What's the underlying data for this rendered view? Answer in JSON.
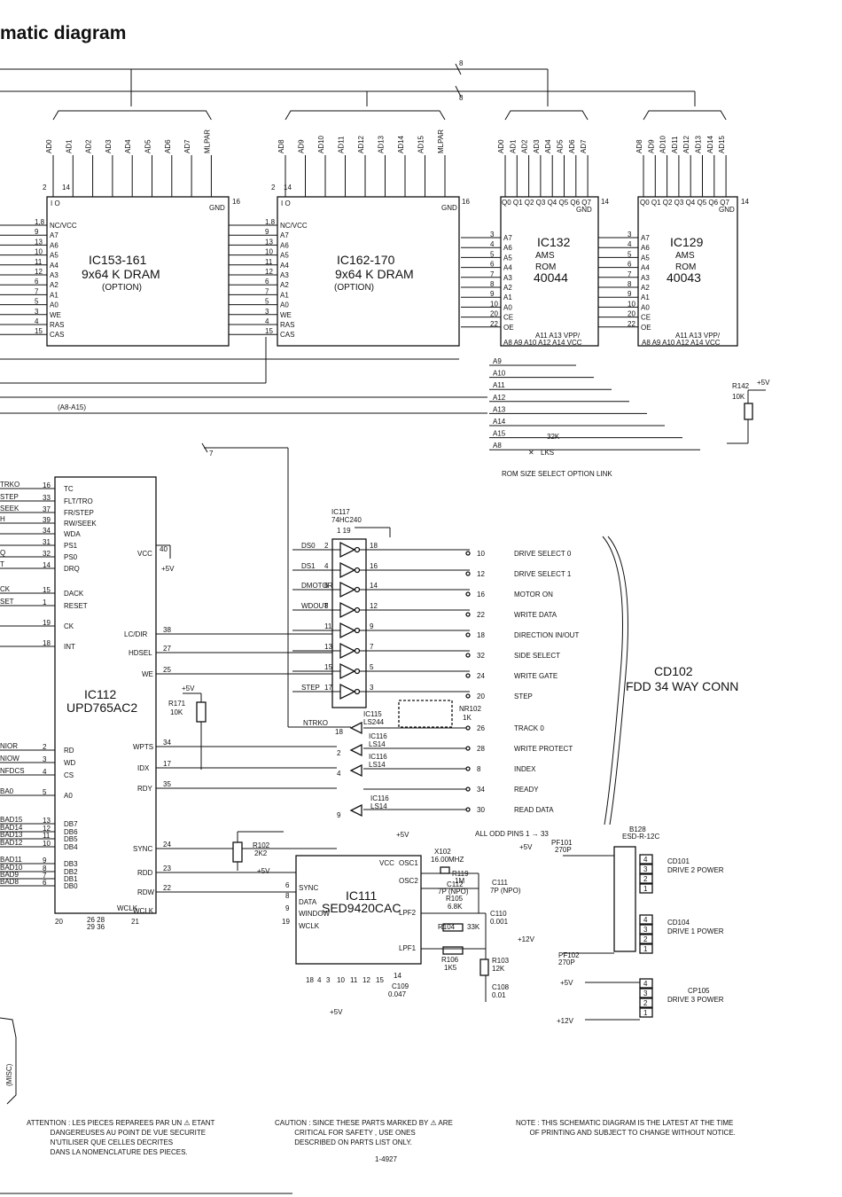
{
  "title": "matic diagram",
  "bus_label": "(A8-A15)",
  "option_link_label": "ROM SIZE SELECT OPTION LINK",
  "ics": {
    "ic153": {
      "name": "IC153-161",
      "type": "9x64 K DRAM",
      "note": "(OPTION)"
    },
    "ic162": {
      "name": "IC162-170",
      "type": "9x64 K DRAM",
      "note": "(OPTION)"
    },
    "ic132": {
      "name": "IC132",
      "l1": "AMS",
      "l2": "ROM",
      "l3": "40044"
    },
    "ic129": {
      "name": "IC129",
      "l1": "AMS",
      "l2": "ROM",
      "l3": "40043"
    },
    "ic112": {
      "name": "IC112",
      "part": "UPD765AC2"
    },
    "ic111": {
      "name": "IC111",
      "part": "SED9420CAC"
    },
    "ic117": {
      "name": "IC117",
      "part": "74HC240"
    },
    "ic115": {
      "name": "IC115",
      "part": "LS244"
    },
    "ic116": {
      "name": "IC116",
      "part": "LS14"
    }
  },
  "dram_top_pins_a": [
    "AD0",
    "AD1",
    "AD2",
    "AD3",
    "AD4",
    "AD5",
    "AD6",
    "AD7",
    "MLPAR"
  ],
  "dram_top_pins_b": [
    "AD8",
    "AD9",
    "AD10",
    "AD11",
    "AD12",
    "AD13",
    "AD14",
    "AD15",
    "MLPAR"
  ],
  "rom_top_pins_a": [
    "AD0",
    "AD1",
    "AD2",
    "AD3",
    "AD4",
    "AD5",
    "AD6",
    "AD7"
  ],
  "rom_top_pins_b": [
    "AD8",
    "AD9",
    "AD10",
    "AD11",
    "AD12",
    "AD13",
    "AD14",
    "AD15"
  ],
  "dram_left_pins": [
    "NC/VCC",
    "A7",
    "A6",
    "A5",
    "A4",
    "A3",
    "A2",
    "A1",
    "A0",
    "WE",
    "RAS",
    "CAS"
  ],
  "dram_left_nums": [
    "1,8",
    "9",
    "13",
    "10",
    "11",
    "12",
    "6",
    "7",
    "5",
    "3",
    "4",
    "15"
  ],
  "rom_left_pins": [
    "A7",
    "A6",
    "A5",
    "A4",
    "A3",
    "A2",
    "A1",
    "A0",
    "CE",
    "OE"
  ],
  "rom_left_nums": [
    "3",
    "4",
    "5",
    "6",
    "7",
    "8",
    "9",
    "10",
    "20",
    "22"
  ],
  "rom_addr_lines": [
    "A9",
    "A10",
    "A11",
    "A12",
    "A13",
    "A14",
    "A15",
    "A8"
  ],
  "fdc_left_pins": [
    "TC",
    "FLT/TRO",
    "FR/STEP",
    "RW/SEEK",
    "WDA",
    "PS1",
    "PS0",
    "DRQ",
    "DACK",
    "RESET",
    "CK",
    "INT",
    "RD",
    "WD",
    "CS",
    "A0",
    "DB7",
    "DB6",
    "DB5",
    "DB4",
    "DB3",
    "DB2",
    "DB1",
    "DB0"
  ],
  "fdc_right_pins": [
    "VCC",
    "LC/DIR",
    "HDSEL",
    "WE",
    "WPTS",
    "IDX",
    "RDY",
    "SYNC",
    "RDD",
    "RDW",
    "WCLK"
  ],
  "fdc_left_signals": [
    "TRKO",
    "STEP",
    "SEEK",
    "H",
    "",
    "",
    "Q",
    "T",
    "CK",
    "SET",
    "",
    "",
    "NIOR",
    "NIOW",
    "NFDCS",
    "BA0",
    "BAD15",
    "BAD14",
    "BAD13",
    "BAD12",
    "BAD11",
    "BAD10",
    "BAD9",
    "BAD8"
  ],
  "fdd_pins": [
    {
      "num": "10",
      "label": "DRIVE SELECT 0"
    },
    {
      "num": "12",
      "label": "DRIVE SELECT 1"
    },
    {
      "num": "16",
      "label": "MOTOR ON"
    },
    {
      "num": "22",
      "label": "WRITE DATA"
    },
    {
      "num": "18",
      "label": "DIRECTION  IN/OUT"
    },
    {
      "num": "32",
      "label": "SIDE SELECT"
    },
    {
      "num": "24",
      "label": "WRITE GATE"
    },
    {
      "num": "20",
      "label": "STEP"
    },
    {
      "num": "26",
      "label": "TRACK 0"
    },
    {
      "num": "28",
      "label": "WRITE PROTECT"
    },
    {
      "num": "8",
      "label": "INDEX"
    },
    {
      "num": "34",
      "label": "READY"
    },
    {
      "num": "30",
      "label": "READ DATA"
    }
  ],
  "fdd_conn": {
    "name": "CD102",
    "desc": "FDD 34 WAY CONN",
    "odd": "ALL ODD PINS 1 → 33"
  },
  "drivers_in": [
    "DS0",
    "DS1",
    "DMOTOR",
    "WDOUT",
    "",
    "",
    "",
    "STEP"
  ],
  "power": {
    "b128": "B128",
    "esd": "ESD-R-12C",
    "pf101": "PF101",
    "pf102": "PF102",
    "cd101": "CD101",
    "cd101_desc": "DRIVE 2 POWER",
    "cd104": "CD104",
    "cd104_desc": "DRIVE 1 POWER",
    "cp105": "CP105",
    "cp105_desc": "DRIVE 3 POWER"
  },
  "components": {
    "r142": "R142",
    "r142v": "10K",
    "r171": "R171",
    "r171v": "10K",
    "r102": "R102",
    "r102v": "2K2",
    "nr102": "NR102",
    "nr102v": "1K",
    "x102": "X102",
    "x102v": "16.00MHZ",
    "r119": "R119",
    "r119v": "1M",
    "c112": "C112",
    "c112v": "7P (NPO)",
    "c111": "C111",
    "c111v": "7P (NPO)",
    "r105": "R105",
    "r105v": "6.8K",
    "c110": "C110",
    "c110v": "0.001",
    "r104": "R104",
    "r104v": "33K",
    "r106": "R106",
    "r106v": "1K5",
    "r103": "R103",
    "r103v": "12K",
    "c109": "C109",
    "c109v": "0.047",
    "c108": "C108",
    "c108v": "0.01",
    "link32k": "32K",
    "lks": "LKS"
  },
  "supply": {
    "p5": "+5V",
    "p12": "+12V"
  },
  "misc_label": "(MISC)",
  "notes": {
    "attention": "ATTENTION : LES PIECES REPAREES PAR UN ⚠ ETANT\n            DANGEREUSES AU POINT DE VUE SECURITE\n            N'UTILISER QUE CELLES DECRITES\n            DANS LA NOMENCLATURE DES PIECES.",
    "caution": "CAUTION : SINCE THESE PARTS MARKED BY ⚠ ARE\n          CRITICAL FOR SAFETY , USE ONES\n          DESCRIBED ON PARTS LIST ONLY.",
    "note": "NOTE : THIS SCHEMATIC DIAGRAM IS THE LATEST AT THE TIME\n       OF PRINTING AND SUBJECT TO CHANGE WITHOUT NOTICE."
  },
  "page_number": "1-4927"
}
